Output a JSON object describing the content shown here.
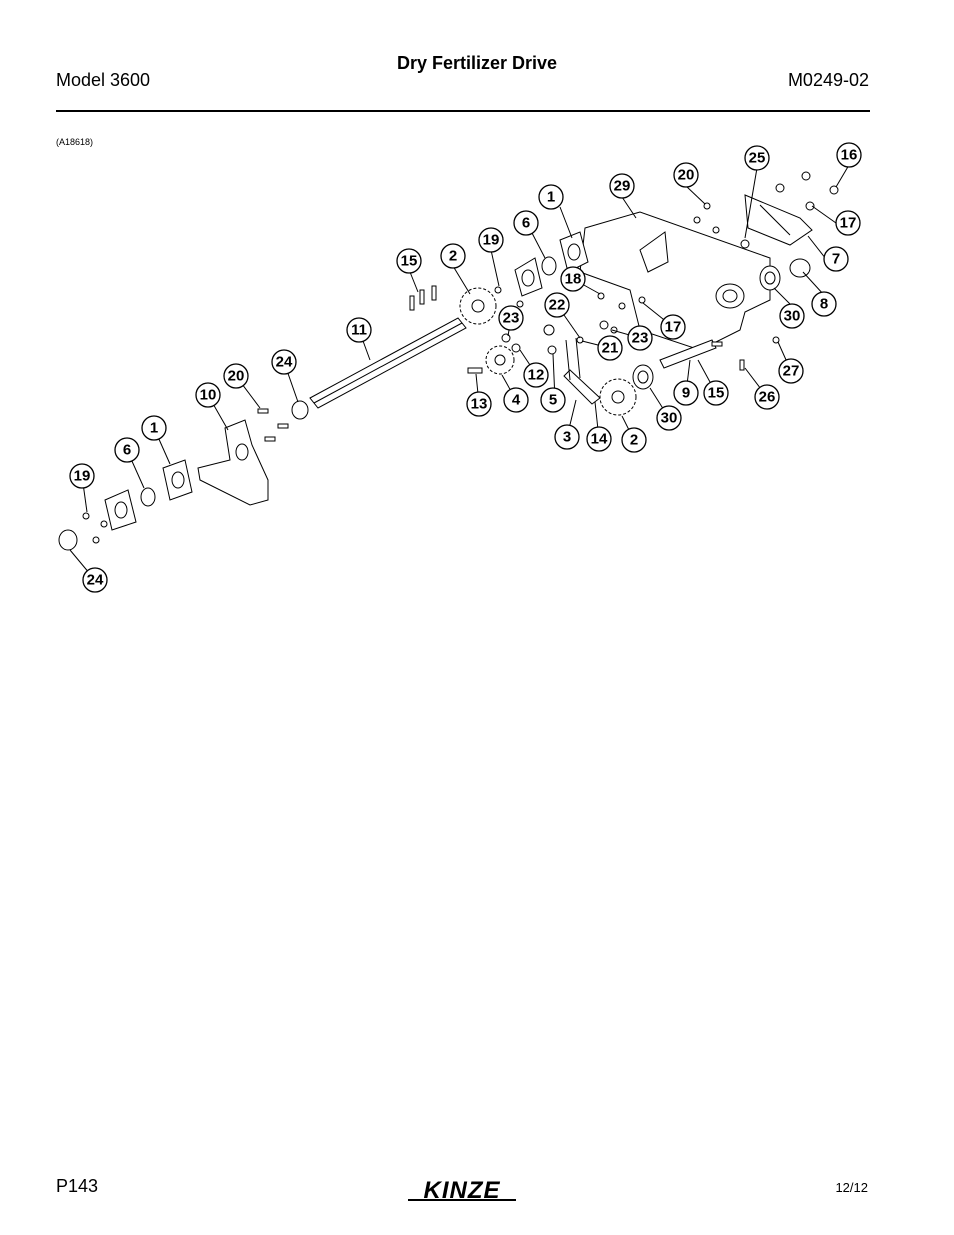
{
  "header": {
    "title": "Dry Fertilizer Drive",
    "model": "Model 3600",
    "doc_number": "M0249-02"
  },
  "figure": {
    "id": "(A18618)",
    "callouts": [
      "1",
      "1",
      "2",
      "2",
      "3",
      "4",
      "5",
      "6",
      "6",
      "7",
      "8",
      "9",
      "10",
      "11",
      "12",
      "13",
      "14",
      "15",
      "15",
      "16",
      "17",
      "17",
      "18",
      "19",
      "19",
      "20",
      "20",
      "21",
      "22",
      "23",
      "23",
      "24",
      "24",
      "25",
      "26",
      "27",
      "29",
      "30",
      "30"
    ]
  },
  "footer": {
    "page": "P143",
    "brand": "KINZE",
    "date": "12/12"
  }
}
